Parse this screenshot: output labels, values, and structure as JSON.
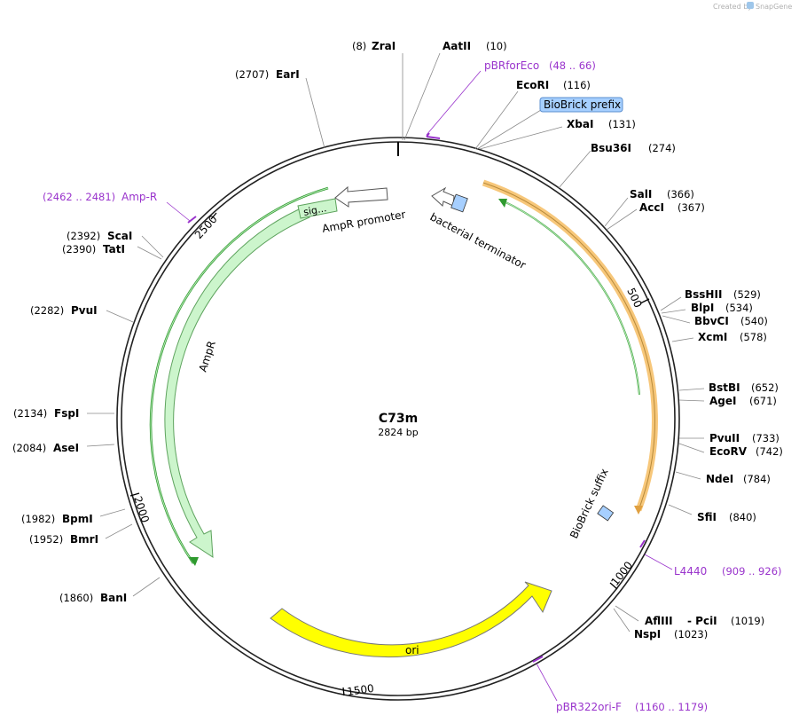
{
  "brand": {
    "created_by": "Created by",
    "app": "SnapGene"
  },
  "plasmid": {
    "name": "C73m",
    "length": 2824,
    "length_label": "2824 bp"
  },
  "ticks": [
    {
      "bp": 500,
      "label": "500"
    },
    {
      "bp": 1000,
      "label": "1000"
    },
    {
      "bp": 1500,
      "label": "1500"
    },
    {
      "bp": 2000,
      "label": "2000"
    },
    {
      "bp": 2500,
      "label": "2500"
    }
  ],
  "sites": [
    {
      "name": "ZraI",
      "pos": "(8)"
    },
    {
      "name": "AatII",
      "pos": "(10)"
    },
    {
      "name": "EcoRI",
      "pos": "(116)"
    },
    {
      "name": "XbaI",
      "pos": "(131)"
    },
    {
      "name": "Bsu36I",
      "pos": "(274)"
    },
    {
      "name": "SalI",
      "pos": "(366)"
    },
    {
      "name": "AccI",
      "pos": "(367)"
    },
    {
      "name": "BssHII",
      "pos": "(529)"
    },
    {
      "name": "BlpI",
      "pos": "(534)"
    },
    {
      "name": "BbvCI",
      "pos": "(540)"
    },
    {
      "name": "XcmI",
      "pos": "(578)"
    },
    {
      "name": "BstBI",
      "pos": "(652)"
    },
    {
      "name": "AgeI",
      "pos": "(671)"
    },
    {
      "name": "PvuII",
      "pos": "(733)"
    },
    {
      "name": "EcoRV",
      "pos": "(742)"
    },
    {
      "name": "NdeI",
      "pos": "(784)"
    },
    {
      "name": "SfiI",
      "pos": "(840)"
    },
    {
      "name": "AflIII",
      "pos": "",
      "joiner": "- PciI",
      "pos2": "(1019)"
    },
    {
      "name": "NspI",
      "pos": "(1023)"
    },
    {
      "name": "BanI",
      "pos": "(1860)"
    },
    {
      "name": "BmrI",
      "pos": "(1952)"
    },
    {
      "name": "BpmI",
      "pos": "(1982)"
    },
    {
      "name": "AseI",
      "pos": "(2084)"
    },
    {
      "name": "FspI",
      "pos": "(2134)"
    },
    {
      "name": "PvuI",
      "pos": "(2282)"
    },
    {
      "name": "TatI",
      "pos": "(2390)"
    },
    {
      "name": "ScaI",
      "pos": "(2392)"
    },
    {
      "name": "EarI",
      "pos": "(2707)"
    }
  ],
  "primers": [
    {
      "name": "pBRforEco",
      "range": "(48 .. 66)"
    },
    {
      "name": "L4440",
      "range": "(909 .. 926)"
    },
    {
      "name": "pBR322ori-F",
      "range": "(1160 .. 1179)"
    },
    {
      "name": "Amp-R",
      "range": "(2462 .. 2481)"
    }
  ],
  "features": {
    "amp_promoter": "AmpR promoter",
    "bacterial_terminator": "bacterial terminator",
    "biobrick_prefix": "BioBrick prefix",
    "biobrick_suffix": "BioBrick suffix",
    "ampr": "AmpR",
    "sig": "sig...",
    "ori": "ori"
  },
  "colors": {
    "backbone": "#222222",
    "amp": "#ccf5cc",
    "amp_stroke": "#5ea35e",
    "orange_arc": "#f7c77a",
    "green_arc": "#2e9a2e",
    "ori": "#ffff00",
    "biobrick": "#a6cfff",
    "primer": "#9933cc"
  }
}
